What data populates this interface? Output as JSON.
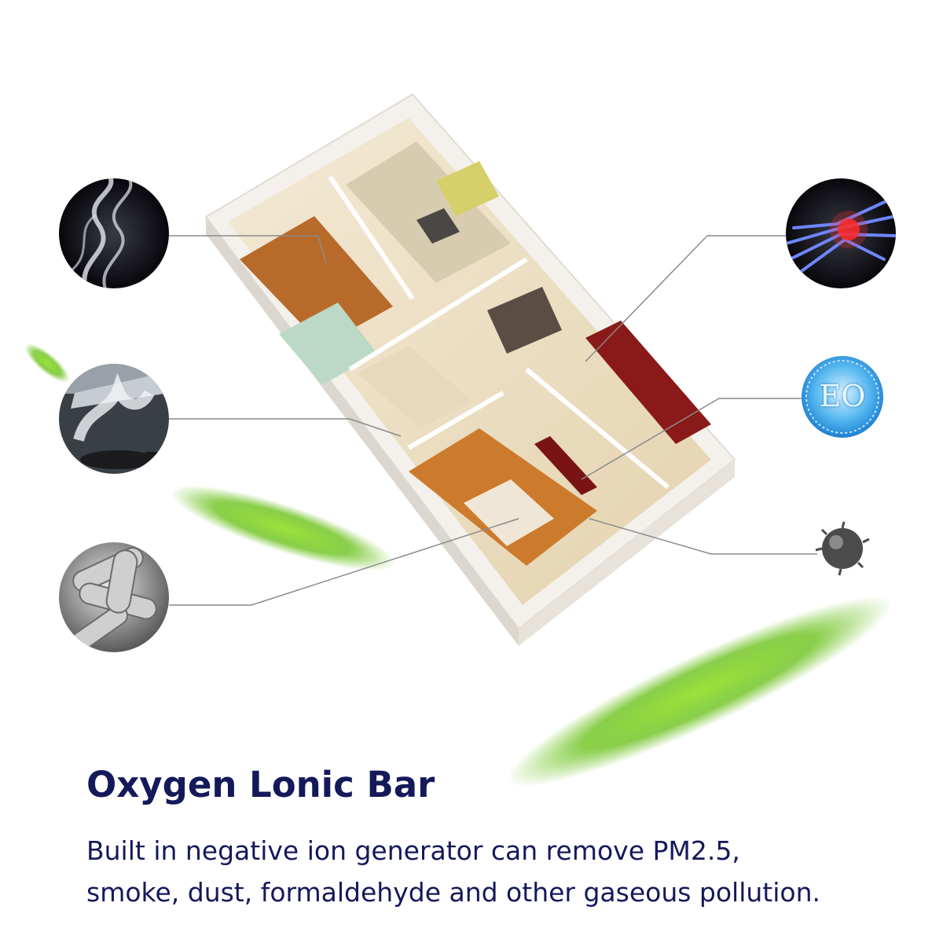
{
  "headline": "Oxygen Lonic Bar",
  "description": {
    "line1": "Built in negative ion generator can remove PM2.5,",
    "line2": "smoke, dust, formaldehyde and other gaseous pollution."
  },
  "badge_text": "EO",
  "colors": {
    "text": "#14195a",
    "leaf": "#7bd22a",
    "badge": "#3fa3e6",
    "connector": "#8a8a8a"
  }
}
